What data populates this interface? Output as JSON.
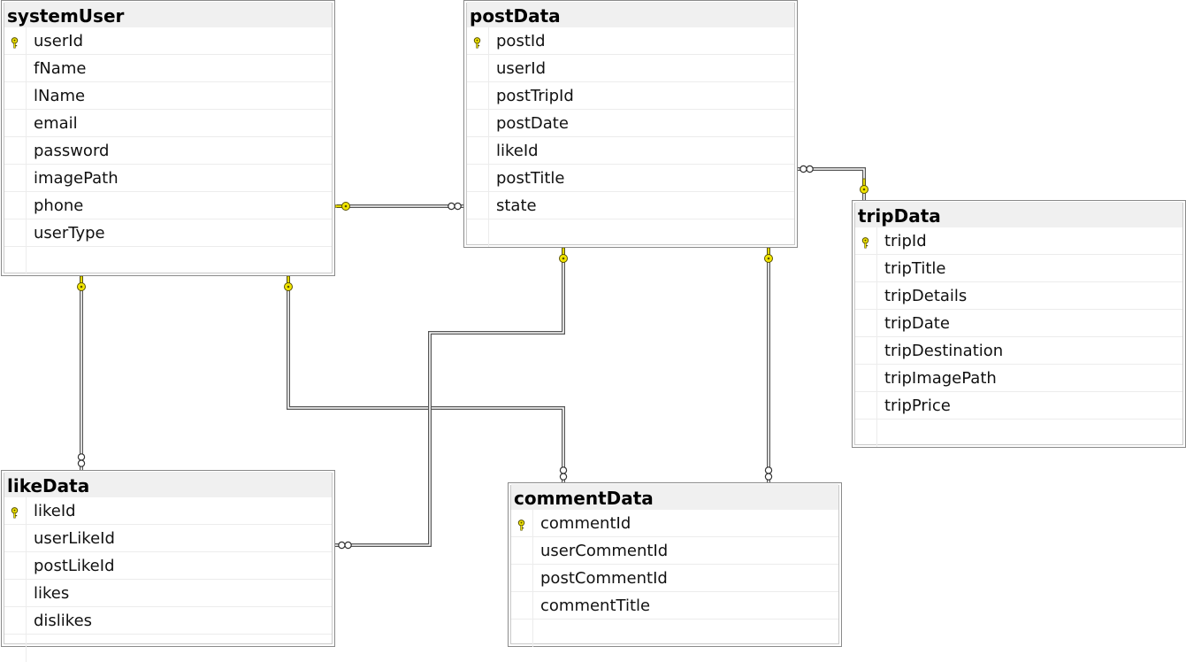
{
  "diagram": {
    "tables": [
      {
        "id": "systemUser",
        "name": "systemUser",
        "columns": [
          {
            "name": "userId",
            "pk": true
          },
          {
            "name": "fName",
            "pk": false
          },
          {
            "name": "lName",
            "pk": false
          },
          {
            "name": "email",
            "pk": false
          },
          {
            "name": "password",
            "pk": false
          },
          {
            "name": "imagePath",
            "pk": false
          },
          {
            "name": "phone",
            "pk": false
          },
          {
            "name": "userType",
            "pk": false
          }
        ]
      },
      {
        "id": "postData",
        "name": "postData",
        "columns": [
          {
            "name": "postId",
            "pk": true
          },
          {
            "name": "userId",
            "pk": false
          },
          {
            "name": "postTripId",
            "pk": false
          },
          {
            "name": "postDate",
            "pk": false
          },
          {
            "name": "likeId",
            "pk": false
          },
          {
            "name": "postTitle",
            "pk": false
          },
          {
            "name": "state",
            "pk": false
          }
        ]
      },
      {
        "id": "tripData",
        "name": "tripData",
        "columns": [
          {
            "name": "tripId",
            "pk": true
          },
          {
            "name": "tripTitle",
            "pk": false
          },
          {
            "name": "tripDetails",
            "pk": false
          },
          {
            "name": "tripDate",
            "pk": false
          },
          {
            "name": "tripDestination",
            "pk": false
          },
          {
            "name": "tripImagePath",
            "pk": false
          },
          {
            "name": "tripPrice",
            "pk": false
          }
        ]
      },
      {
        "id": "likeData",
        "name": "likeData",
        "columns": [
          {
            "name": "likeId",
            "pk": true
          },
          {
            "name": "userLikeId",
            "pk": false
          },
          {
            "name": "postLikeId",
            "pk": false
          },
          {
            "name": "likes",
            "pk": false
          },
          {
            "name": "dislikes",
            "pk": false
          }
        ]
      },
      {
        "id": "commentData",
        "name": "commentData",
        "columns": [
          {
            "name": "commentId",
            "pk": true
          },
          {
            "name": "userCommentId",
            "pk": false
          },
          {
            "name": "postCommentId",
            "pk": false
          },
          {
            "name": "commentTitle",
            "pk": false
          }
        ]
      }
    ],
    "relationships": [
      {
        "name": "systemUser-postData",
        "one": "systemUser",
        "many": "postData"
      },
      {
        "name": "tripData-postData",
        "one": "tripData",
        "many": "postData"
      },
      {
        "name": "systemUser-likeData",
        "one": "systemUser",
        "many": "likeData"
      },
      {
        "name": "systemUser-commentData",
        "one": "systemUser",
        "many": "commentData"
      },
      {
        "name": "postData-likeData",
        "one": "postData",
        "many": "likeData"
      },
      {
        "name": "postData-commentData",
        "one": "postData",
        "many": "commentData"
      }
    ],
    "colors": {
      "key_fill": "#f2e600",
      "key_stroke": "#5a5200",
      "line": "#555555",
      "title_bg": "#f0f0f0"
    }
  }
}
